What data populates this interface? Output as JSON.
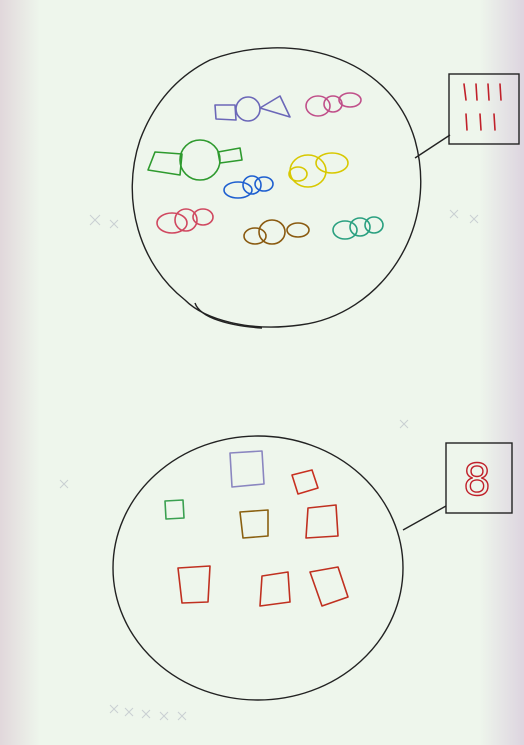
{
  "drawing": {
    "top_set": {
      "tally_label": "IIII\nIII",
      "tally_lines": [
        "IIII",
        "III"
      ],
      "items": [
        {
          "shape": "fish",
          "color": "#6b67b8"
        },
        {
          "shape": "blob",
          "color": "#c0508a"
        },
        {
          "shape": "fish",
          "color": "#2e9a2e"
        },
        {
          "shape": "blob",
          "color": "#d8c800"
        },
        {
          "shape": "blob",
          "color": "#1e5fd0"
        },
        {
          "shape": "blob",
          "color": "#d04860"
        },
        {
          "shape": "blob",
          "color": "#8a5a10"
        },
        {
          "shape": "blob",
          "color": "#2aa080"
        }
      ],
      "tally_color": "#c0202a"
    },
    "bottom_set": {
      "count_label": "8",
      "count_color": "#c0202a",
      "items": [
        {
          "shape": "square",
          "color": "#8a86c0"
        },
        {
          "shape": "square",
          "color": "#c83020"
        },
        {
          "shape": "square",
          "color": "#3aa050"
        },
        {
          "shape": "square",
          "color": "#8a6010"
        },
        {
          "shape": "square",
          "color": "#c03020"
        },
        {
          "shape": "square",
          "color": "#c03020"
        },
        {
          "shape": "square",
          "color": "#c03020"
        },
        {
          "shape": "square",
          "color": "#c03020"
        }
      ]
    },
    "ink_color": "#222222",
    "paper_color": "#eef6ec"
  }
}
